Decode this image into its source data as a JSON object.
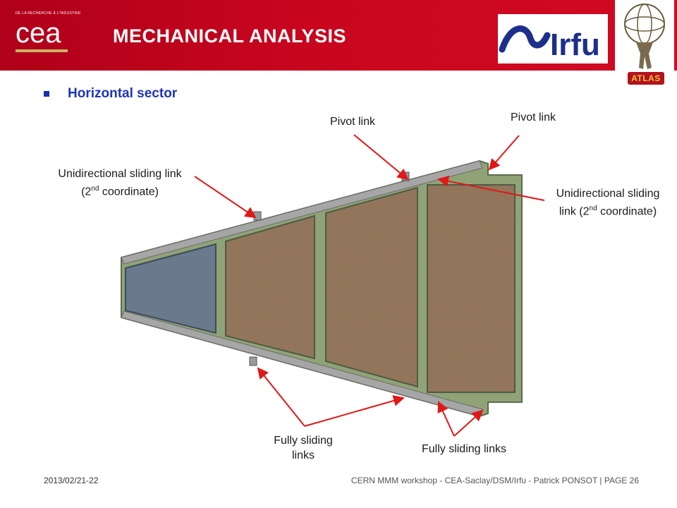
{
  "header": {
    "title": "MECHANICAL ANALYSIS",
    "cea_tagline": "DE LA RECHERCHE À L'INDUSTRIE",
    "cea_logo_text": "cea",
    "irfu_logo_text": "Irfu",
    "atlas_logo_text": "ATLAS"
  },
  "content": {
    "bullet": "Horizontal sector"
  },
  "labels": {
    "pivot_link_1": "Pivot link",
    "pivot_link_2": "Pivot link",
    "uni_left_line1": "Unidirectional sliding link",
    "uni_left_pre": "(2",
    "uni_left_sup": "nd",
    "uni_left_post": " coordinate)",
    "uni_right_line1": "Unidirectional sliding",
    "uni_right_pre": "link (2",
    "uni_right_sup": "nd",
    "uni_right_post": " coordinate)",
    "fully_left_line1": "Fully sliding",
    "fully_left_line2": "links",
    "fully_right": "Fully sliding links"
  },
  "footer": {
    "date": "2013/02/21-22",
    "info": "CERN MMM workshop  -  CEA-Saclay/DSM/Irfu  -  Patrick PONSOT | PAGE 26"
  },
  "colors": {
    "header_red": "#c8061e",
    "bullet_blue": "#1f35b8",
    "arrow_red": "#e01818",
    "frame_green": "#8fa377",
    "panel_brown": "#8e7257",
    "panel_blue": "#6a7a8c"
  }
}
